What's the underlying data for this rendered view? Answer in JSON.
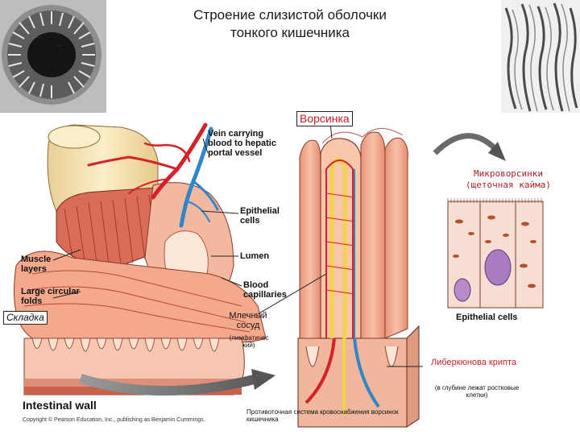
{
  "title_line1": "Строение слизистой оболочки",
  "title_line2": "тонкого кишечника",
  "villus_label": "Ворсинка",
  "vein_label": "Vein carrying blood to hepatic portal vessel",
  "epithelial_cells_label": "Epithelial cells",
  "lumen_label": "Lumen",
  "blood_capillaries_label": "Blood capillaries",
  "muscle_layers_label": "Muscle layers",
  "circular_folds_label": "Large circular folds",
  "fold_label": "Складка",
  "lacteal_label": "Млечный сосуд",
  "lymphatic_label": "(лимфатичес кий)",
  "microvilli_label": "Микроворсинки",
  "brush_border_label": "(щеточная кайма)",
  "epithelial_cells_caption": "Epithelial cells",
  "crypt_label": "Либеркюнова крипта",
  "crypt_note": "(в глубине лежат ростковые клетки)",
  "intestinal_wall_label": "Intestinal wall",
  "copyright": "Copyright © Pearson Education, Inc., publishing as Benjamin Cummings.",
  "countercurrent_note": "Противоточная система кровоснабжения ворсинок кишечника",
  "colors": {
    "tissue_pink": "#f2b59c",
    "muscle_red": "#d9584a",
    "artery_red": "#d6202a",
    "vein_blue": "#2f86c8",
    "lacteal_yellow": "#f4d24a",
    "tube_cream": "#f6e3b4"
  }
}
